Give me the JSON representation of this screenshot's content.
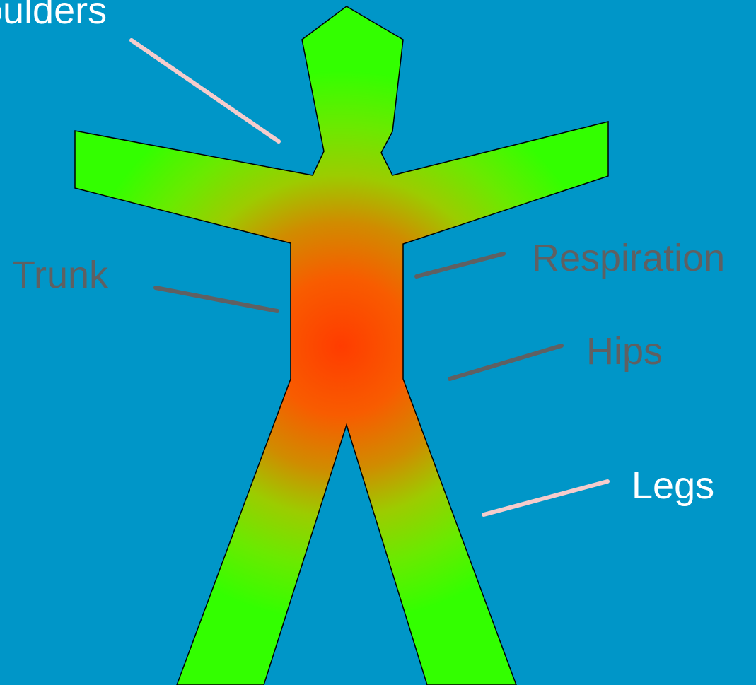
{
  "diagram": {
    "labels": {
      "shoulders": "oulders",
      "respiration": "Respiration",
      "trunk": "Trunk",
      "hips": "Hips",
      "legs": "Legs"
    },
    "colors": {
      "background": "#0096c8",
      "body_hot": "#ff3c00",
      "body_cool": "#33ff00",
      "leader_light": "#f5cccc",
      "leader_dark": "#5f6062",
      "label_light": "#ffffff",
      "label_dark": "#5f6062"
    }
  }
}
